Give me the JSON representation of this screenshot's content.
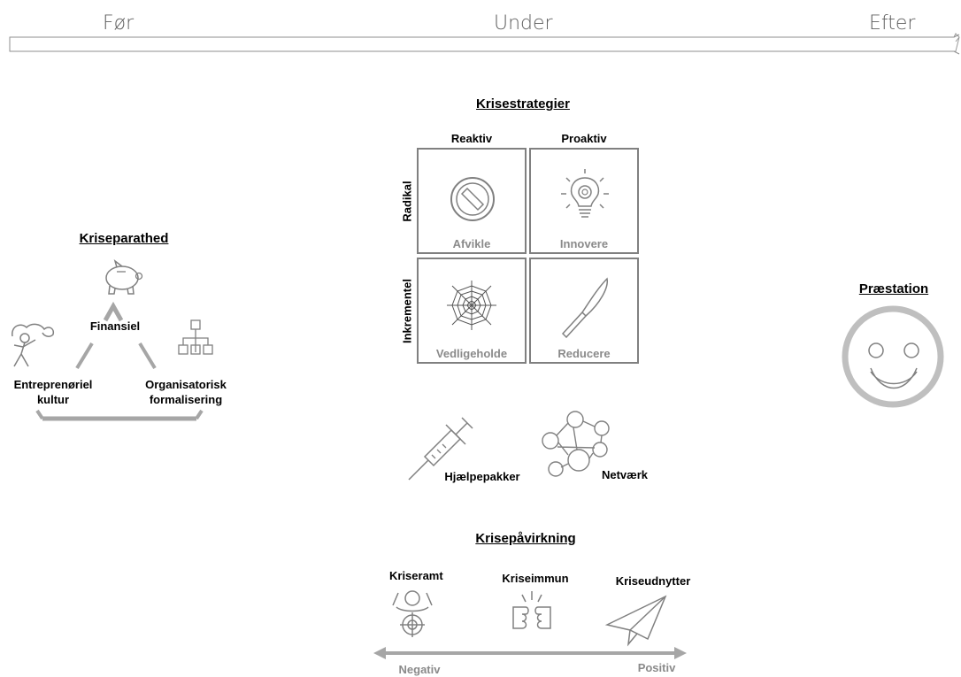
{
  "timeline": {
    "before": "Før",
    "during": "Under",
    "after": "Efter"
  },
  "preparedness": {
    "title": "Kriseparathed",
    "financial": "Finansiel",
    "culture_line1": "Entreprenøriel",
    "culture_line2": "kultur",
    "formal_line1": "Organisatorisk",
    "formal_line2": "formalisering"
  },
  "strategies": {
    "title": "Krisestrategier",
    "col_reactive": "Reaktiv",
    "col_proactive": "Proaktiv",
    "row_radical": "Radikal",
    "row_incremental": "Inkrementel",
    "cells": {
      "phase_out": "Afvikle",
      "innovate": "Innovere",
      "maintain": "Vedligeholde",
      "reduce": "Reducere"
    },
    "aid_packages": "Hjælpepakker",
    "network": "Netværk"
  },
  "impact": {
    "title": "Krisepåvirkning",
    "hit": "Kriseramt",
    "immune": "Kriseimmun",
    "exploiter": "Kriseudnytter",
    "negative": "Negativ",
    "positive": "Positiv"
  },
  "performance": {
    "title": "Præstation"
  },
  "colors": {
    "icon_gray": "#808080",
    "text_gray": "#8a8a8a",
    "arrow_gray": "#a6a6a6"
  },
  "icons": [
    "piggy-bank-icon",
    "dancer-icon",
    "org-chart-icon",
    "no-entry-icon",
    "lightbulb-gear-icon",
    "spider-web-icon",
    "knife-icon",
    "syringe-icon",
    "network-icon",
    "target-person-icon",
    "fists-icon",
    "paper-plane-icon",
    "smiley-icon"
  ]
}
